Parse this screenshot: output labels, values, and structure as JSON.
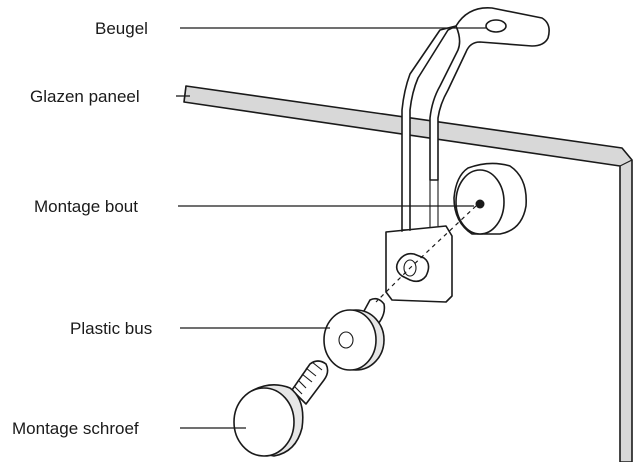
{
  "labels": {
    "bracket": "Beugel",
    "glass_panel": "Glazen paneel",
    "mounting_bolt": "Montage bout",
    "plastic_bush": "Plastic bus",
    "mounting_screw": "Montage schroef"
  },
  "colors": {
    "line": "#1a1a1a",
    "glass_fill": "#d8d8d8",
    "part_fill": "#ffffff",
    "part_shade": "#e6e6e6"
  }
}
